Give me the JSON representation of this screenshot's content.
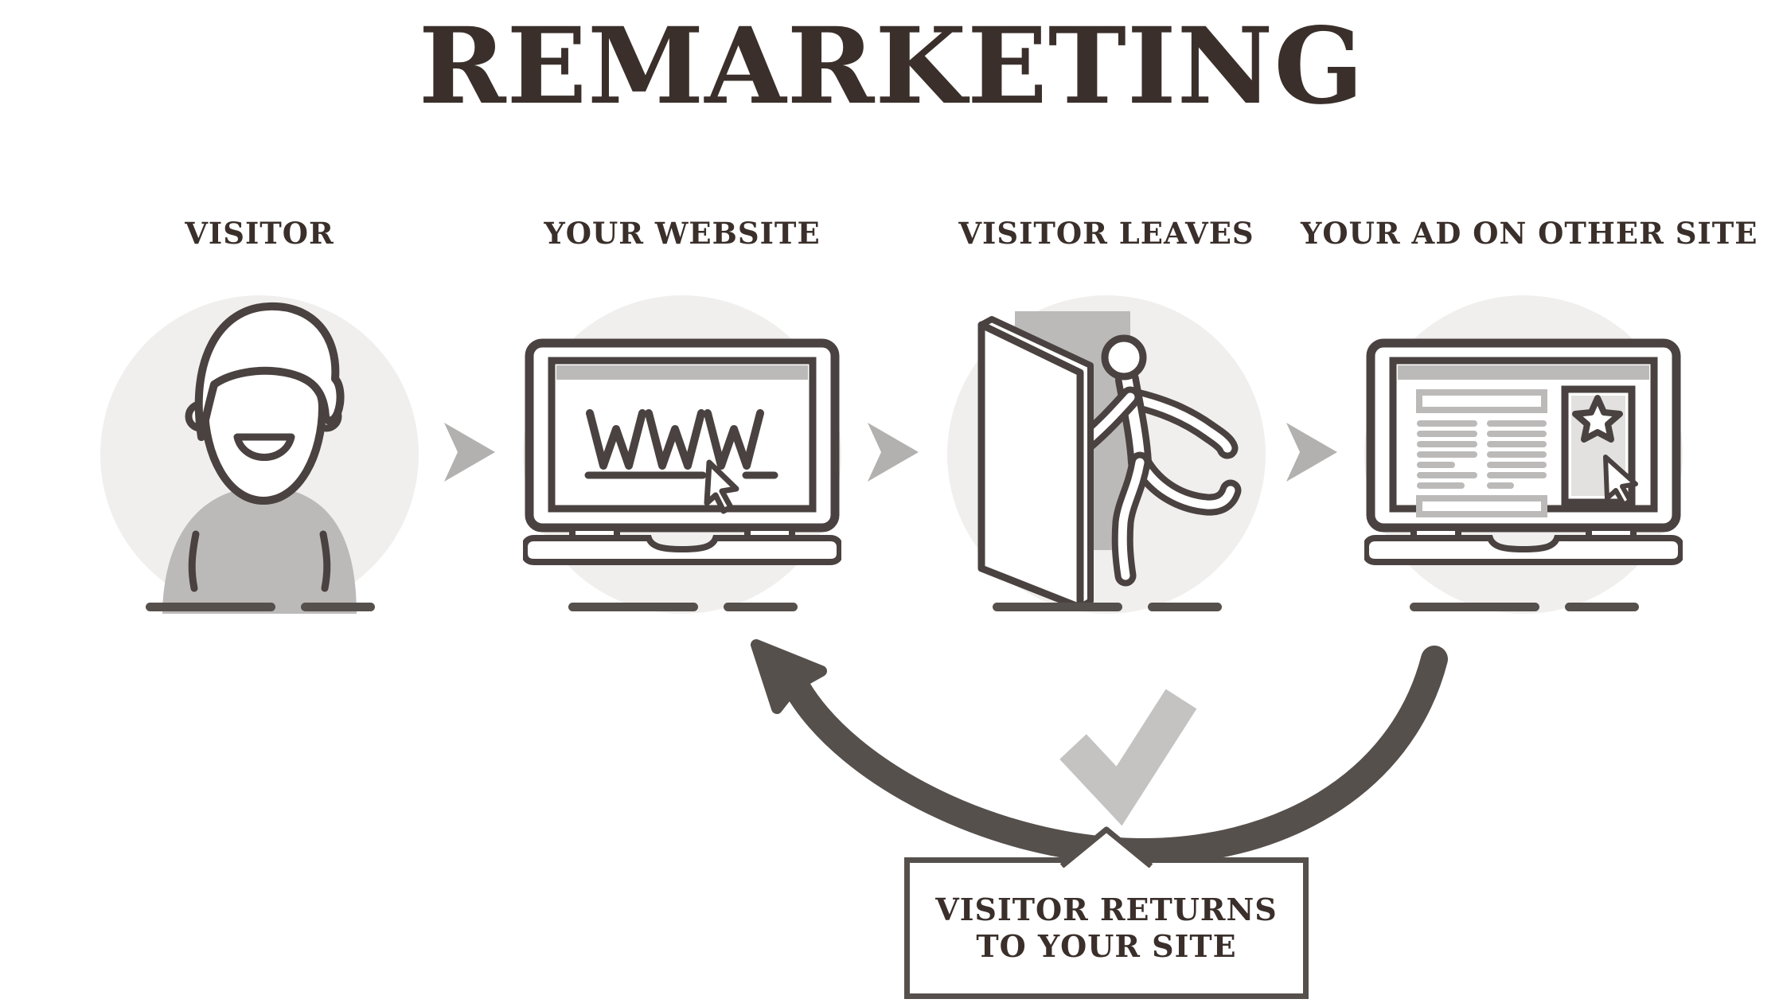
{
  "title": "REMARKETING",
  "stages": [
    {
      "label": "VISITOR",
      "icon": "person-icon"
    },
    {
      "label": "YOUR WEBSITE",
      "icon": "laptop-www-icon"
    },
    {
      "label": "VISITOR LEAVES",
      "icon": "door-exit-icon"
    },
    {
      "label": "YOUR AD ON OTHER SITE",
      "icon": "laptop-ad-icon"
    }
  ],
  "flow": {
    "step_arrow_icon": "chevron-right-icon",
    "check_icon": "checkmark-icon",
    "return_arrow_icon": "curved-return-arrow-icon",
    "return_label_line1": "VISITOR RETURNS",
    "return_label_line2": "TO YOUR SITE"
  },
  "colors": {
    "background": "#ffffff",
    "text_dark": "#3a2f2a",
    "outline_dark": "#4a4240",
    "arrow_dark": "#56504d",
    "mid_gray": "#bcbab9",
    "circle_light_gray": "#f0efee",
    "check_gray": "#c4c3c2",
    "chevron_gray": "#b2b1b0"
  }
}
